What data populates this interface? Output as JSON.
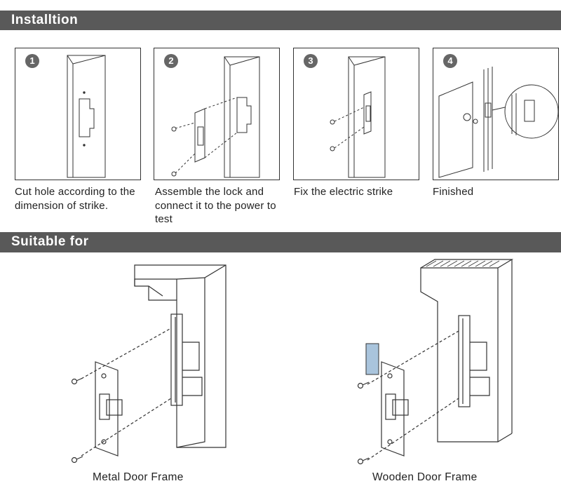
{
  "sections": {
    "installation_title": "Installtion",
    "suitable_title": "Suitable for"
  },
  "steps": [
    {
      "number": "1",
      "caption": "Cut hole according to the dimension of  strike."
    },
    {
      "number": "2",
      "caption": "Assemble the lock and connect it to the power to test"
    },
    {
      "number": "3",
      "caption": "Fix the electric strike"
    },
    {
      "number": "4",
      "caption": "Finished"
    }
  ],
  "frames": {
    "metal_label": "Metal Door Frame",
    "wooden_label": "Wooden Door Frame"
  },
  "colors": {
    "section_bar": "#595959",
    "step_badge": "#666666",
    "shim_highlight": "#a9c4dc"
  }
}
